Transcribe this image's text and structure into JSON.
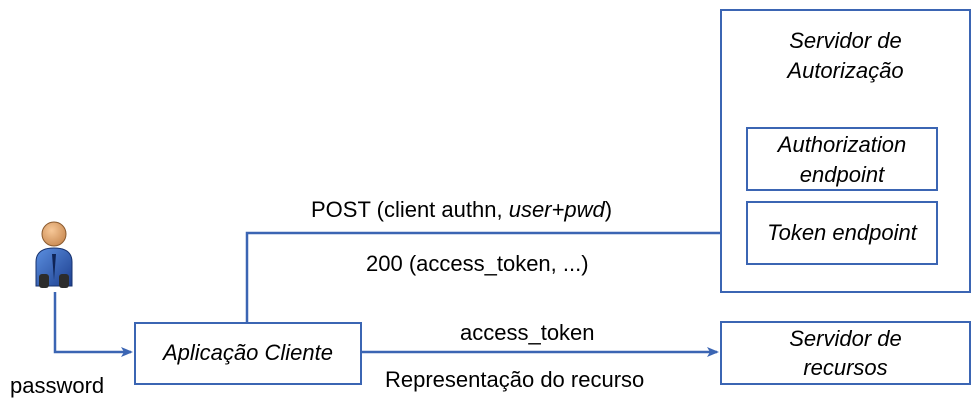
{
  "auth_server": {
    "title_line1": "Servidor de",
    "title_line2": "Autorização",
    "authorization_endpoint_line1": "Authorization",
    "authorization_endpoint_line2": "endpoint",
    "token_endpoint": "Token endpoint"
  },
  "resource_server": {
    "line1": "Servidor de",
    "line2": "recursos"
  },
  "client_app": "Aplicação Cliente",
  "user": {
    "password_label": "password"
  },
  "messages": {
    "post_prefix": "POST (client authn, ",
    "post_italic": "user+pwd",
    "post_suffix": ")",
    "response_200": "200 (access_token, ...)",
    "access_token": "access_token",
    "resource_representation": "Representação do recurso"
  },
  "colors": {
    "line": "#3b65b3"
  }
}
